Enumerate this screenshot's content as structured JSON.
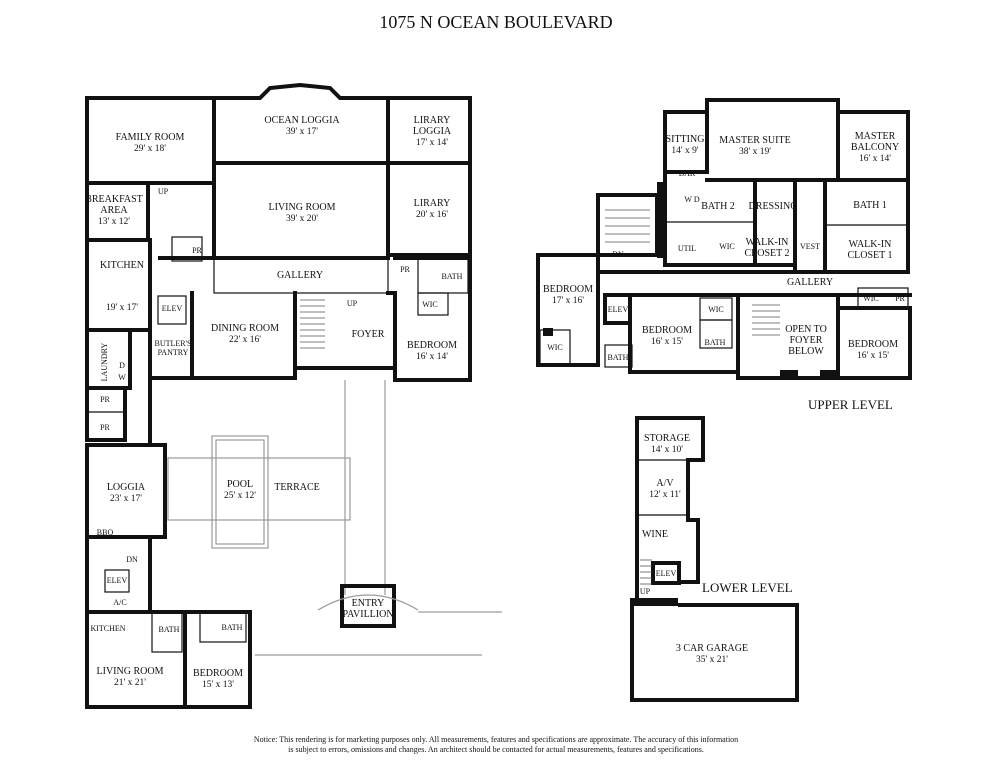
{
  "title": "1075 N OCEAN BOULEVARD",
  "levels": {
    "upper": "UPPER LEVEL",
    "lower": "LOWER LEVEL"
  },
  "main_rooms": [
    {
      "id": "family-room",
      "name": "FAMILY ROOM",
      "dim": "29' x 18'"
    },
    {
      "id": "ocean-loggia",
      "name": "OCEAN LOGGIA",
      "dim": "39' x 17'"
    },
    {
      "id": "library-loggia",
      "name": "LIRARY",
      "name2": "LOGGIA",
      "dim": "17' x 14'"
    },
    {
      "id": "breakfast-area",
      "name": "BREAKFAST",
      "name2": "AREA",
      "dim": "13' x 12'"
    },
    {
      "id": "living-room",
      "name": "LIVING ROOM",
      "dim": "39' x 20'"
    },
    {
      "id": "library",
      "name": "LIRARY",
      "dim": "20' x 16'"
    },
    {
      "id": "kitchen",
      "name": "KITCHEN",
      "dim": "19' x 17'"
    },
    {
      "id": "gallery",
      "name": "GALLERY",
      "dim": ""
    },
    {
      "id": "dining-room",
      "name": "DINING ROOM",
      "dim": "22' x 16'"
    },
    {
      "id": "foyer",
      "name": "FOYER",
      "dim": ""
    },
    {
      "id": "bedroom-main",
      "name": "BEDROOM",
      "dim": "16' x 14'"
    },
    {
      "id": "loggia",
      "name": "LOGGIA",
      "dim": "23' x 17'"
    },
    {
      "id": "pool",
      "name": "POOL",
      "dim": "25' x 12'"
    },
    {
      "id": "terrace",
      "name": "TERRACE",
      "dim": ""
    },
    {
      "id": "entry-pavillion",
      "name": "ENTRY",
      "name2": "PAVILLION",
      "dim": ""
    },
    {
      "id": "guest-living-room",
      "name": "LIVING ROOM",
      "dim": "21' x 21'"
    },
    {
      "id": "guest-bedroom",
      "name": "BEDROOM",
      "dim": "15' x 13'"
    }
  ],
  "main_small_labels": {
    "pr1": "PR",
    "pr2": "PR",
    "pr3": "PR",
    "pr4": "PR",
    "bath1": "BATH",
    "bath2": "BATH",
    "bath3": "BATH",
    "wic": "WIC",
    "elev1": "ELEV",
    "elev2": "ELEV",
    "butlers_pantry": "BUTLER'S",
    "butlers_pantry2": "PANTRY",
    "laundry": "LAUNDRY",
    "bbq": "BBQ",
    "dn": "DN",
    "up1": "UP",
    "up2": "UP",
    "ac": "A/C",
    "kitchen2": "KITCHEN",
    "d": "D",
    "w": "W"
  },
  "upper_rooms": [
    {
      "id": "sitting",
      "name": "SITTING",
      "dim": "14' x 9'"
    },
    {
      "id": "master-suite",
      "name": "MASTER SUITE",
      "dim": "38' x 19'"
    },
    {
      "id": "master-balcony",
      "name": "MASTER",
      "name2": "BALCONY",
      "dim": "16' x 14'"
    },
    {
      "id": "bath-2",
      "name": "BATH 2",
      "dim": ""
    },
    {
      "id": "dressing",
      "name": "DRESSING",
      "dim": ""
    },
    {
      "id": "bath-1",
      "name": "BATH 1",
      "dim": ""
    },
    {
      "id": "walk-in-closet-2",
      "name": "WALK-IN",
      "name2": "CLOSET 2",
      "dim": ""
    },
    {
      "id": "walk-in-closet-1",
      "name": "WALK-IN",
      "name2": "CLOSET 1",
      "dim": ""
    },
    {
      "id": "upper-gallery",
      "name": "GALLERY",
      "dim": ""
    },
    {
      "id": "bedroom-u1",
      "name": "BEDROOM",
      "dim": "17' x 16'"
    },
    {
      "id": "bedroom-u2",
      "name": "BEDROOM",
      "dim": "16' x 15'"
    },
    {
      "id": "open-foyer",
      "name": "OPEN TO",
      "name2": "FOYER",
      "name3": "BELOW",
      "dim": ""
    },
    {
      "id": "bedroom-u3",
      "name": "BEDROOM",
      "dim": "16' x 15'"
    }
  ],
  "upper_small_labels": {
    "bar": "BAR",
    "util": "UTIL",
    "wic1": "WIC",
    "wic2": "WIC",
    "wic3": "WIC",
    "wic4": "WIC",
    "vest": "VEST",
    "elev": "ELEV",
    "bath_a": "BATH",
    "bath_b": "BATH",
    "pr": "PR",
    "dn": "DN",
    "wd": "W  D"
  },
  "lower_rooms": [
    {
      "id": "storage",
      "name": "STORAGE",
      "dim": "14' x 10'"
    },
    {
      "id": "av",
      "name": "A/V",
      "dim": "12' x 11'"
    },
    {
      "id": "wine",
      "name": "WINE",
      "dim": ""
    },
    {
      "id": "garage",
      "name": "3 CAR GARAGE",
      "dim": "35' x 21'"
    }
  ],
  "lower_small_labels": {
    "elev": "ELEV",
    "up": "UP"
  },
  "notice": {
    "line1": "Notice: This rendering is for marketing purposes only. All measurements, features and specifications are approximate. The accuracy of this information",
    "line2": "is subject to errors, omissions and changes. An architect should be contacted for actual measurements, features and specifications."
  }
}
